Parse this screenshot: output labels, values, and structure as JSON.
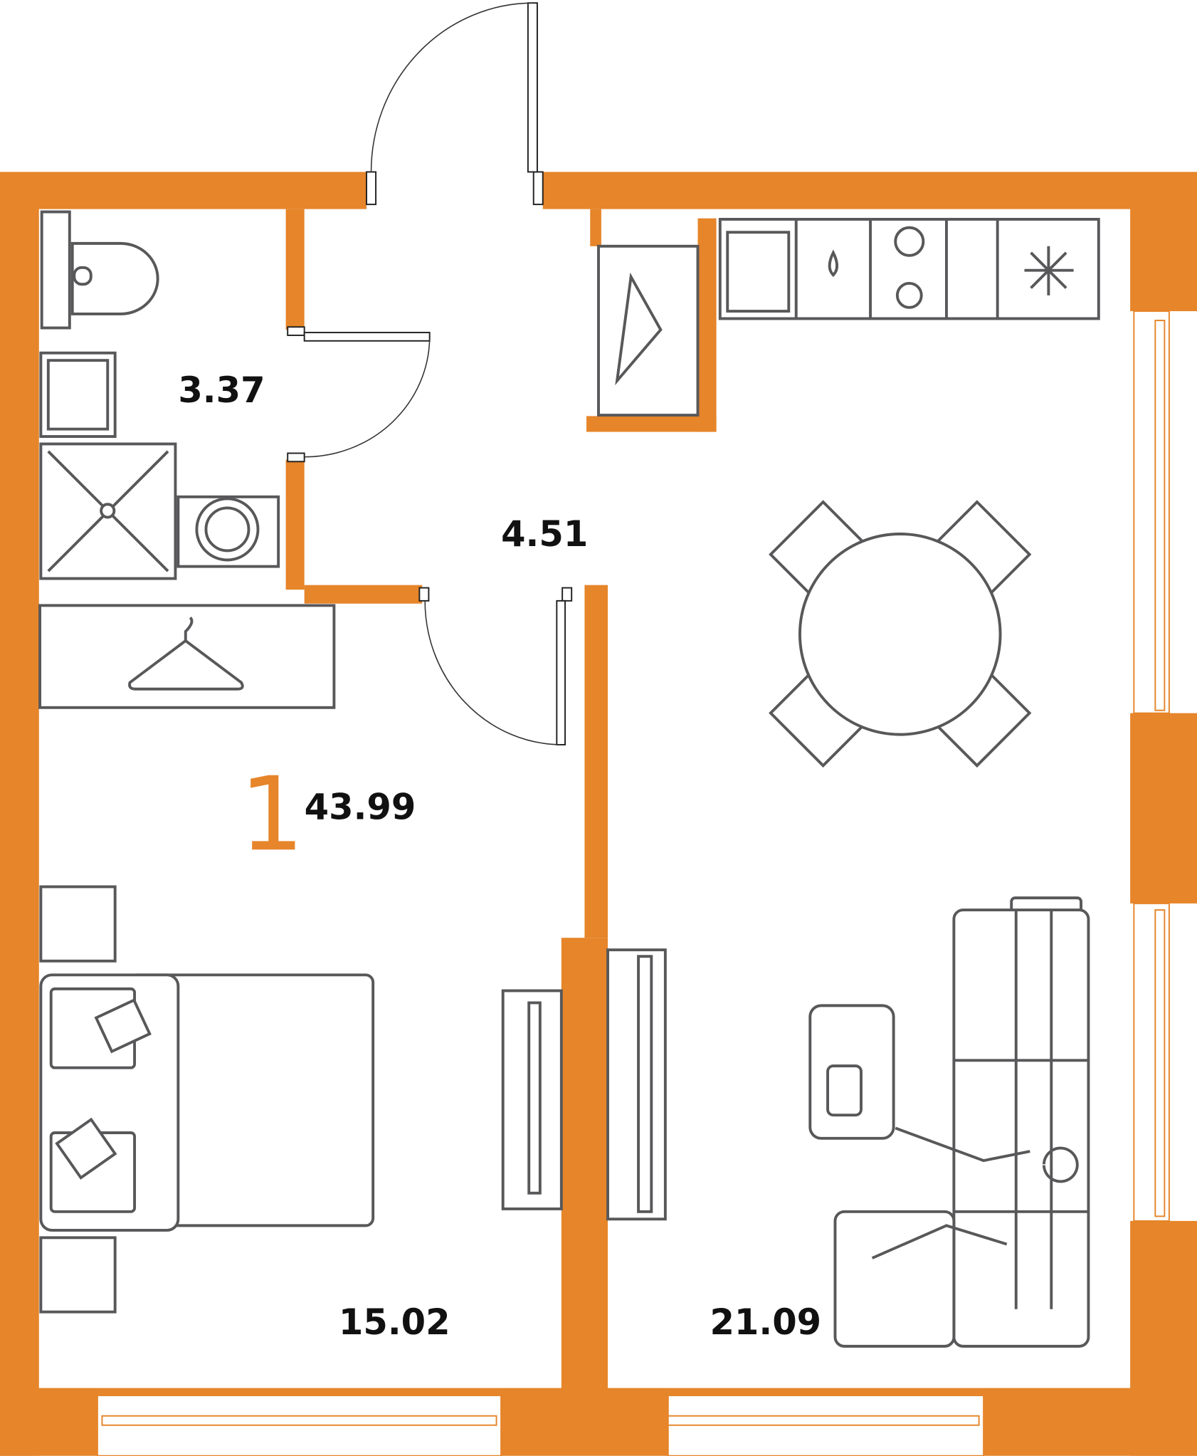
{
  "plan": {
    "room_count": "1",
    "total_area": "43.99",
    "rooms": [
      {
        "name": "bathroom",
        "area": "3.37"
      },
      {
        "name": "hallway",
        "area": "4.51"
      },
      {
        "name": "bedroom",
        "area": "15.02"
      },
      {
        "name": "kitchen-living",
        "area": "21.09"
      }
    ]
  },
  "colors": {
    "wall": "#E6852A",
    "furniture": "#58585a",
    "text": "#111111"
  }
}
